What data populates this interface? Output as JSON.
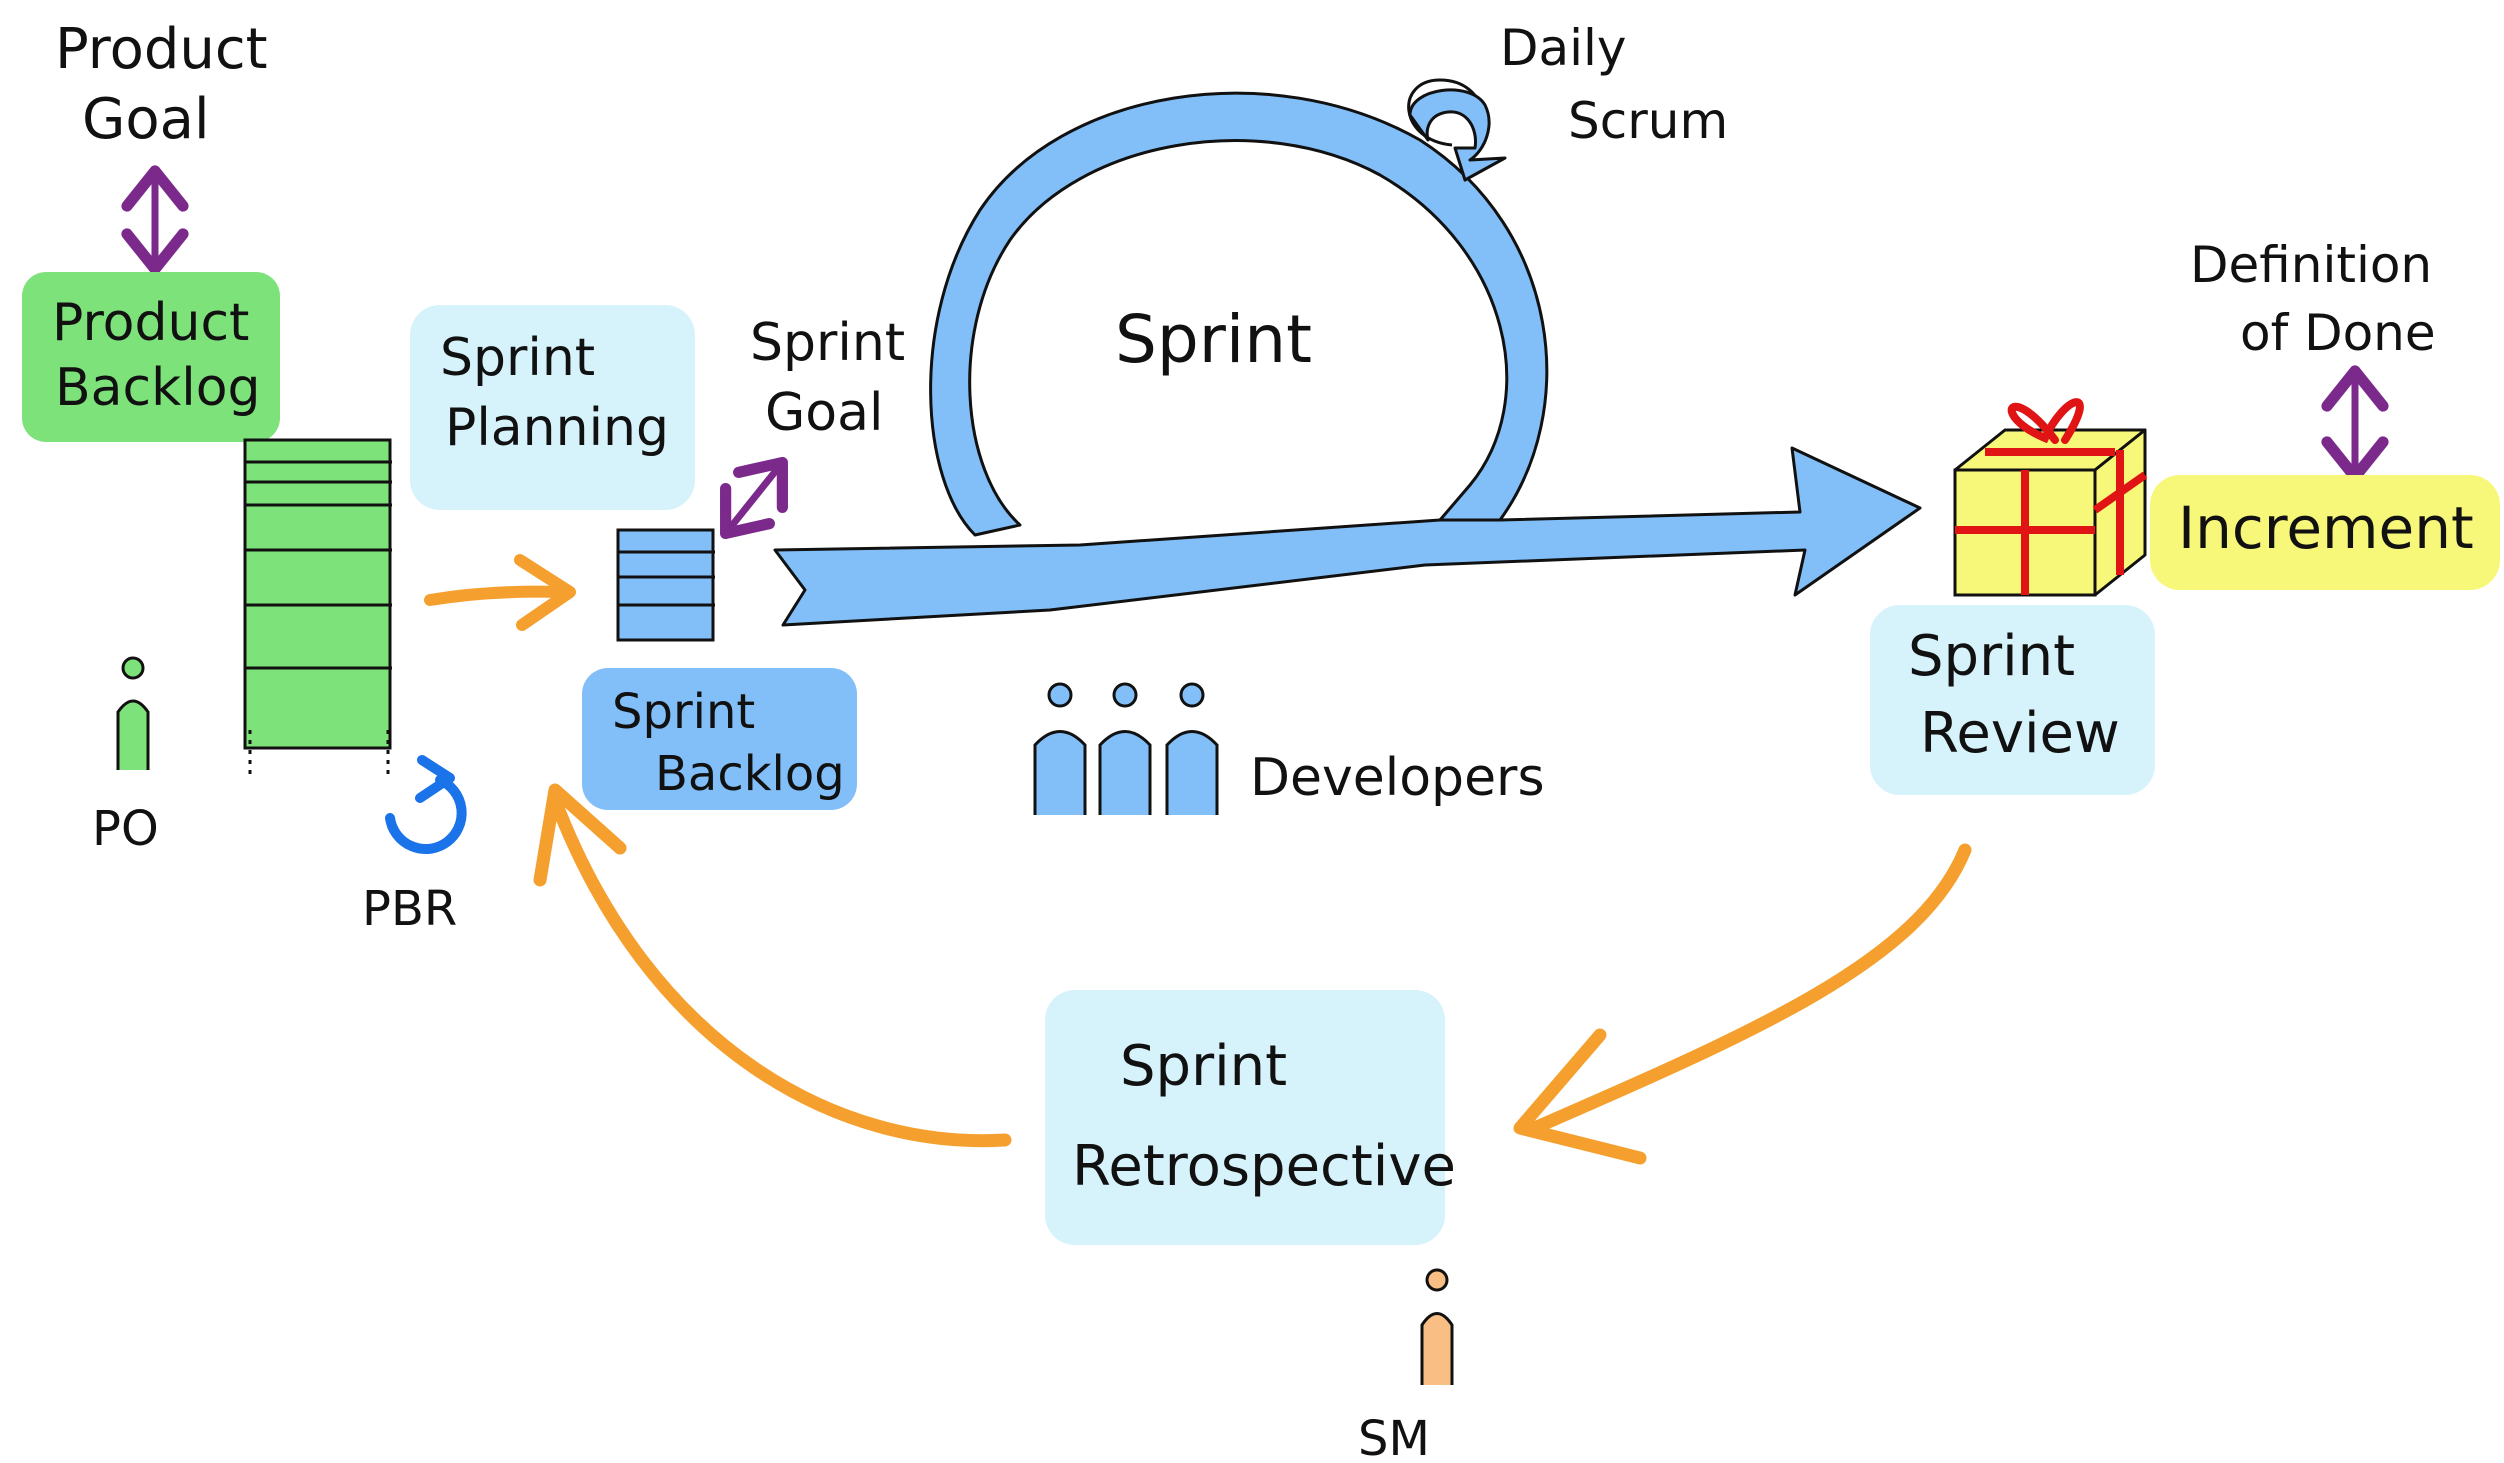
{
  "colors": {
    "green": "#7ee27b",
    "blue": "#82bff8",
    "light_blue": "#d6f2fb",
    "orange": "#f5a02e",
    "purple": "#7b2a8c",
    "yellow": "#f7f77a",
    "red": "#e01414",
    "ink": "#111111",
    "pbr_blue": "#1a73e8",
    "sm_peach": "#f8be83"
  },
  "labels": {
    "product_goal_line1": "Product",
    "product_goal_line2": "Goal",
    "product_backlog_line1": "Product",
    "product_backlog_line2": "Backlog",
    "po": "PO",
    "pbr": "PBR",
    "sprint_planning_line1": "Sprint",
    "sprint_planning_line2": "Planning",
    "sprint_goal_line1": "Sprint",
    "sprint_goal_line2": "Goal",
    "sprint_backlog_line1": "Sprint",
    "sprint_backlog_line2": "Backlog",
    "sprint": "Sprint",
    "daily_scrum_line1": "Daily",
    "daily_scrum_line2": "Scrum",
    "developers": "Developers",
    "definition_of_done_line1": "Definition",
    "definition_of_done_line2": "of Done",
    "increment": "Increment",
    "sprint_review_line1": "Sprint",
    "sprint_review_line2": "Review",
    "sprint_retrospective_line1": "Sprint",
    "sprint_retrospective_line2": "Retrospective",
    "sm": "SM"
  },
  "icons": {
    "po_person": "person-icon",
    "sm_person": "person-icon",
    "developers": "people-group-icon",
    "increment_gift": "gift-icon",
    "pbr_refresh": "refresh-arrow-icon",
    "daily_scrum_loop": "loop-arrow-icon"
  }
}
